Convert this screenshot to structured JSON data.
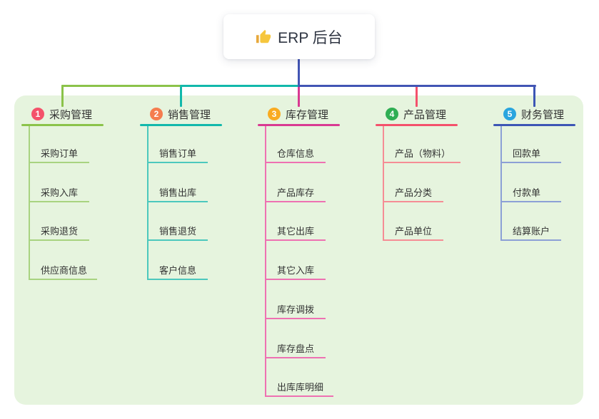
{
  "root": {
    "label": "ERP 后台",
    "icon": "thumbs-up-icon"
  },
  "colors": {
    "page_bg": "#ffffff",
    "panel_bg": "#e6f4de",
    "root_line": "#4255b4",
    "text": "#333333",
    "root_text": "#2f3542"
  },
  "branches": [
    {
      "index": "1",
      "label": "采购管理",
      "badge_color": "#f4526a",
      "line_color": "#8bc34a",
      "child_line_color": "#a8d380",
      "children": [
        "采购订单",
        "采购入库",
        "采购退货",
        "供应商信息"
      ]
    },
    {
      "index": "2",
      "label": "销售管理",
      "badge_color": "#f57d4f",
      "line_color": "#12b8ab",
      "child_line_color": "#4cc8bd",
      "children": [
        "销售订单",
        "销售出库",
        "销售退货",
        "客户信息"
      ]
    },
    {
      "index": "3",
      "label": "库存管理",
      "badge_color": "#f9ab21",
      "line_color": "#d93a92",
      "child_line_color": "#ee71b2",
      "children": [
        "仓库信息",
        "产品库存",
        "其它出库",
        "其它入库",
        "库存调拨",
        "库存盘点",
        "出库库明细"
      ]
    },
    {
      "index": "4",
      "label": "产品管理",
      "badge_color": "#2fae53",
      "line_color": "#f4516c",
      "child_line_color": "#f58d95",
      "children": [
        "产品（物料）",
        "产品分类",
        "产品单位"
      ]
    },
    {
      "index": "5",
      "label": "财务管理",
      "badge_color": "#2aa5de",
      "line_color": "#3d56b5",
      "child_line_color": "#8ca0d6",
      "children": [
        "回款单",
        "付款单",
        "结算账户"
      ]
    }
  ]
}
